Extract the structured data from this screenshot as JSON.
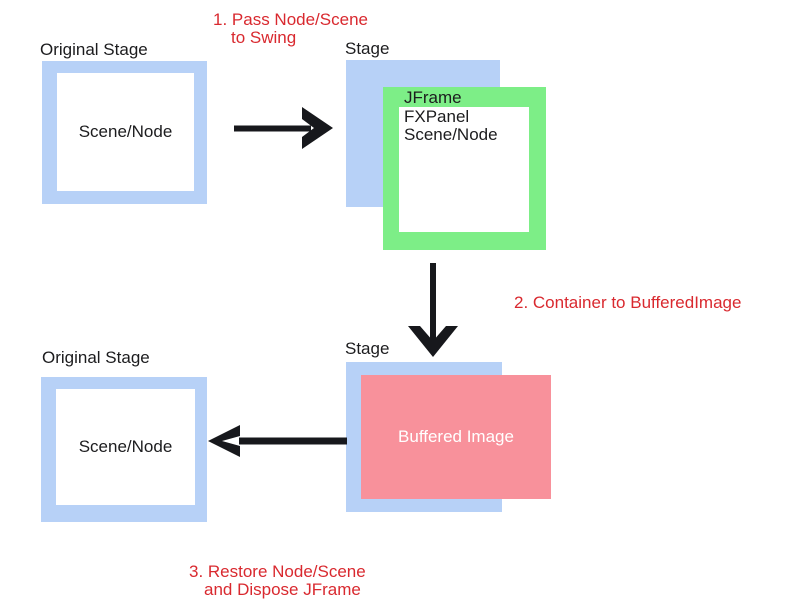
{
  "colors": {
    "stage_blue": "#b7d1f7",
    "jframe_green": "#7dee87",
    "buffered_pink": "#f8919b",
    "annotation_red": "#d9292f",
    "ink": "#1c1c1e",
    "arrow": "#17181c",
    "box_white": "#ffffff"
  },
  "annotations": {
    "step1": {
      "line1": "1. Pass Node/Scene",
      "line2": "to Swing"
    },
    "step2": {
      "line1": "2. Container to BufferedImage"
    },
    "step3": {
      "line1": "3. Restore Node/Scene",
      "line2": "and Dispose JFrame"
    }
  },
  "groups": {
    "original_stage_top": {
      "title": "Original Stage",
      "content": "Scene/Node"
    },
    "stage_top": {
      "title": "Stage"
    },
    "jframe": {
      "title": "JFrame",
      "line1": "FXPanel",
      "line2": "Scene/Node"
    },
    "stage_bottom": {
      "title": "Stage"
    },
    "buffered_image": {
      "label": "Buffered Image"
    },
    "original_stage_bottom": {
      "title": "Original Stage",
      "content": "Scene/Node"
    }
  }
}
